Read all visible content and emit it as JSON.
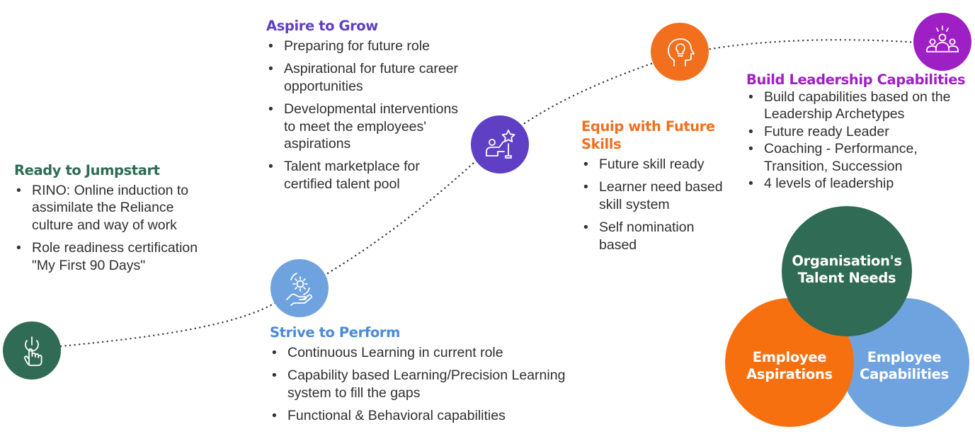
{
  "colors": {
    "green": "#2f6b55",
    "blue": "#6fa3df",
    "purple_blue": "#5f3fc4",
    "orange": "#f26f1e",
    "magenta": "#9e1fc4",
    "venn_green": "#2f6b55",
    "venn_orange": "#f7700f",
    "venn_blue": "#6fa3df"
  },
  "stages": [
    {
      "title": "Ready to Jumpstart",
      "icon": "hand-power-icon",
      "items": [
        "RINO: Online induction to assimilate the Reliance culture and way of work",
        "Role readiness certification \"My First 90 Days\""
      ]
    },
    {
      "title": "Strive to Perform",
      "icon": "hand-gear-icon",
      "items": [
        "Continuous Learning in current role",
        "Capability based Learning/Precision Learning system to fill the gaps",
        "Functional & Behavioral capabilities"
      ]
    },
    {
      "title": "Aspire to Grow",
      "icon": "person-star-icon",
      "items": [
        "Preparing for future role",
        "Aspirational for future career opportunities",
        "Developmental interventions to meet the employees' aspirations",
        "Talent marketplace for certified talent pool"
      ]
    },
    {
      "title": "Equip with Future Skills",
      "icon": "head-bulb-icon",
      "items": [
        "Future skill ready",
        "Learner need based skill system",
        "Self nomination based"
      ]
    },
    {
      "title": "Build Leadership Capabilities",
      "icon": "leader-group-icon",
      "items": [
        "Build capabilities based on the Leadership Archetypes",
        "Future ready Leader",
        "Coaching - Performance, Transition, Succession",
        "4 levels of leadership"
      ]
    }
  ],
  "venn": {
    "top": "Organisation's Talent Needs",
    "left": "Employee Aspirations",
    "right": "Employee Capabilities"
  }
}
